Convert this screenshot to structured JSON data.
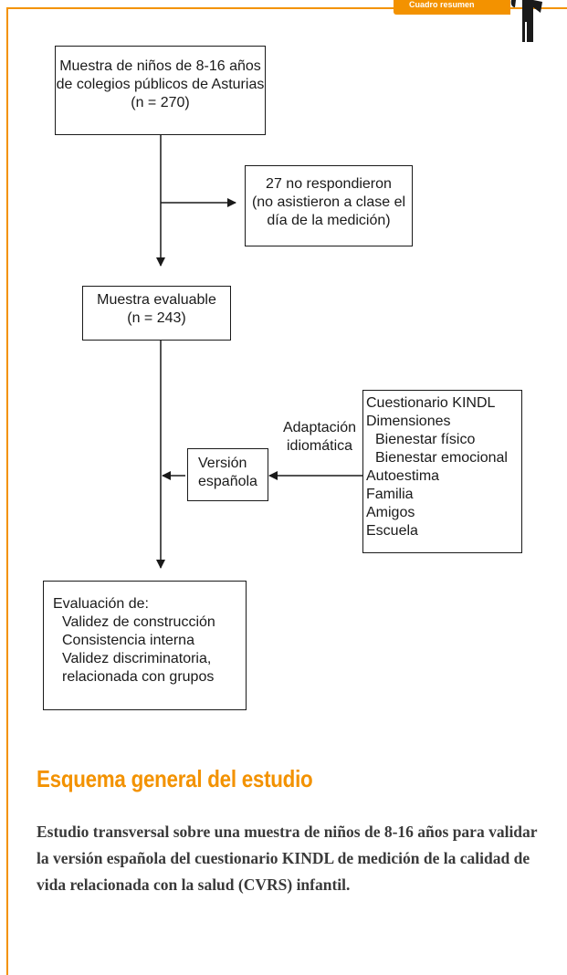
{
  "header": {
    "tab_label": "Cuadro resumen"
  },
  "diagram": {
    "top_box": [
      "Muestra de niños de 8-16 años",
      "de colegios públicos de Asturias",
      "(n = 270)"
    ],
    "excluded_box": [
      "27 no respondieron",
      "(no asistieron a clase el",
      "día de la medición)"
    ],
    "evaluable_box": [
      "Muestra evaluable",
      "(n = 243)"
    ],
    "kindl_box": {
      "title": "Cuestionario KINDL",
      "subtitle": "Dimensiones",
      "dimensions": [
        "Bienestar físico",
        "Bienestar emocional",
        "Autoestima",
        "Familia",
        "Amigos",
        "Escuela"
      ]
    },
    "adaptation_label": [
      "Adaptación",
      "idiomática"
    ],
    "spanish_box": [
      "Versión",
      "española"
    ],
    "evaluation_box": {
      "title": "Evaluación de:",
      "items": [
        "Validez de construcción",
        "Consistencia interna",
        "Validez discriminatoria,",
        "relacionada con grupos"
      ]
    }
  },
  "footer": {
    "heading": "Esquema general del estudio",
    "summary": "Estudio transversal sobre una muestra de niños de 8-16 años para validar la versión española del cuestionario KINDL de medición de la calidad de vida relacionada con la salud (CVRS) infantil."
  },
  "colors": {
    "accent": "#f39200",
    "text": "#1a1a1a",
    "body_text": "#3a3a3a"
  }
}
